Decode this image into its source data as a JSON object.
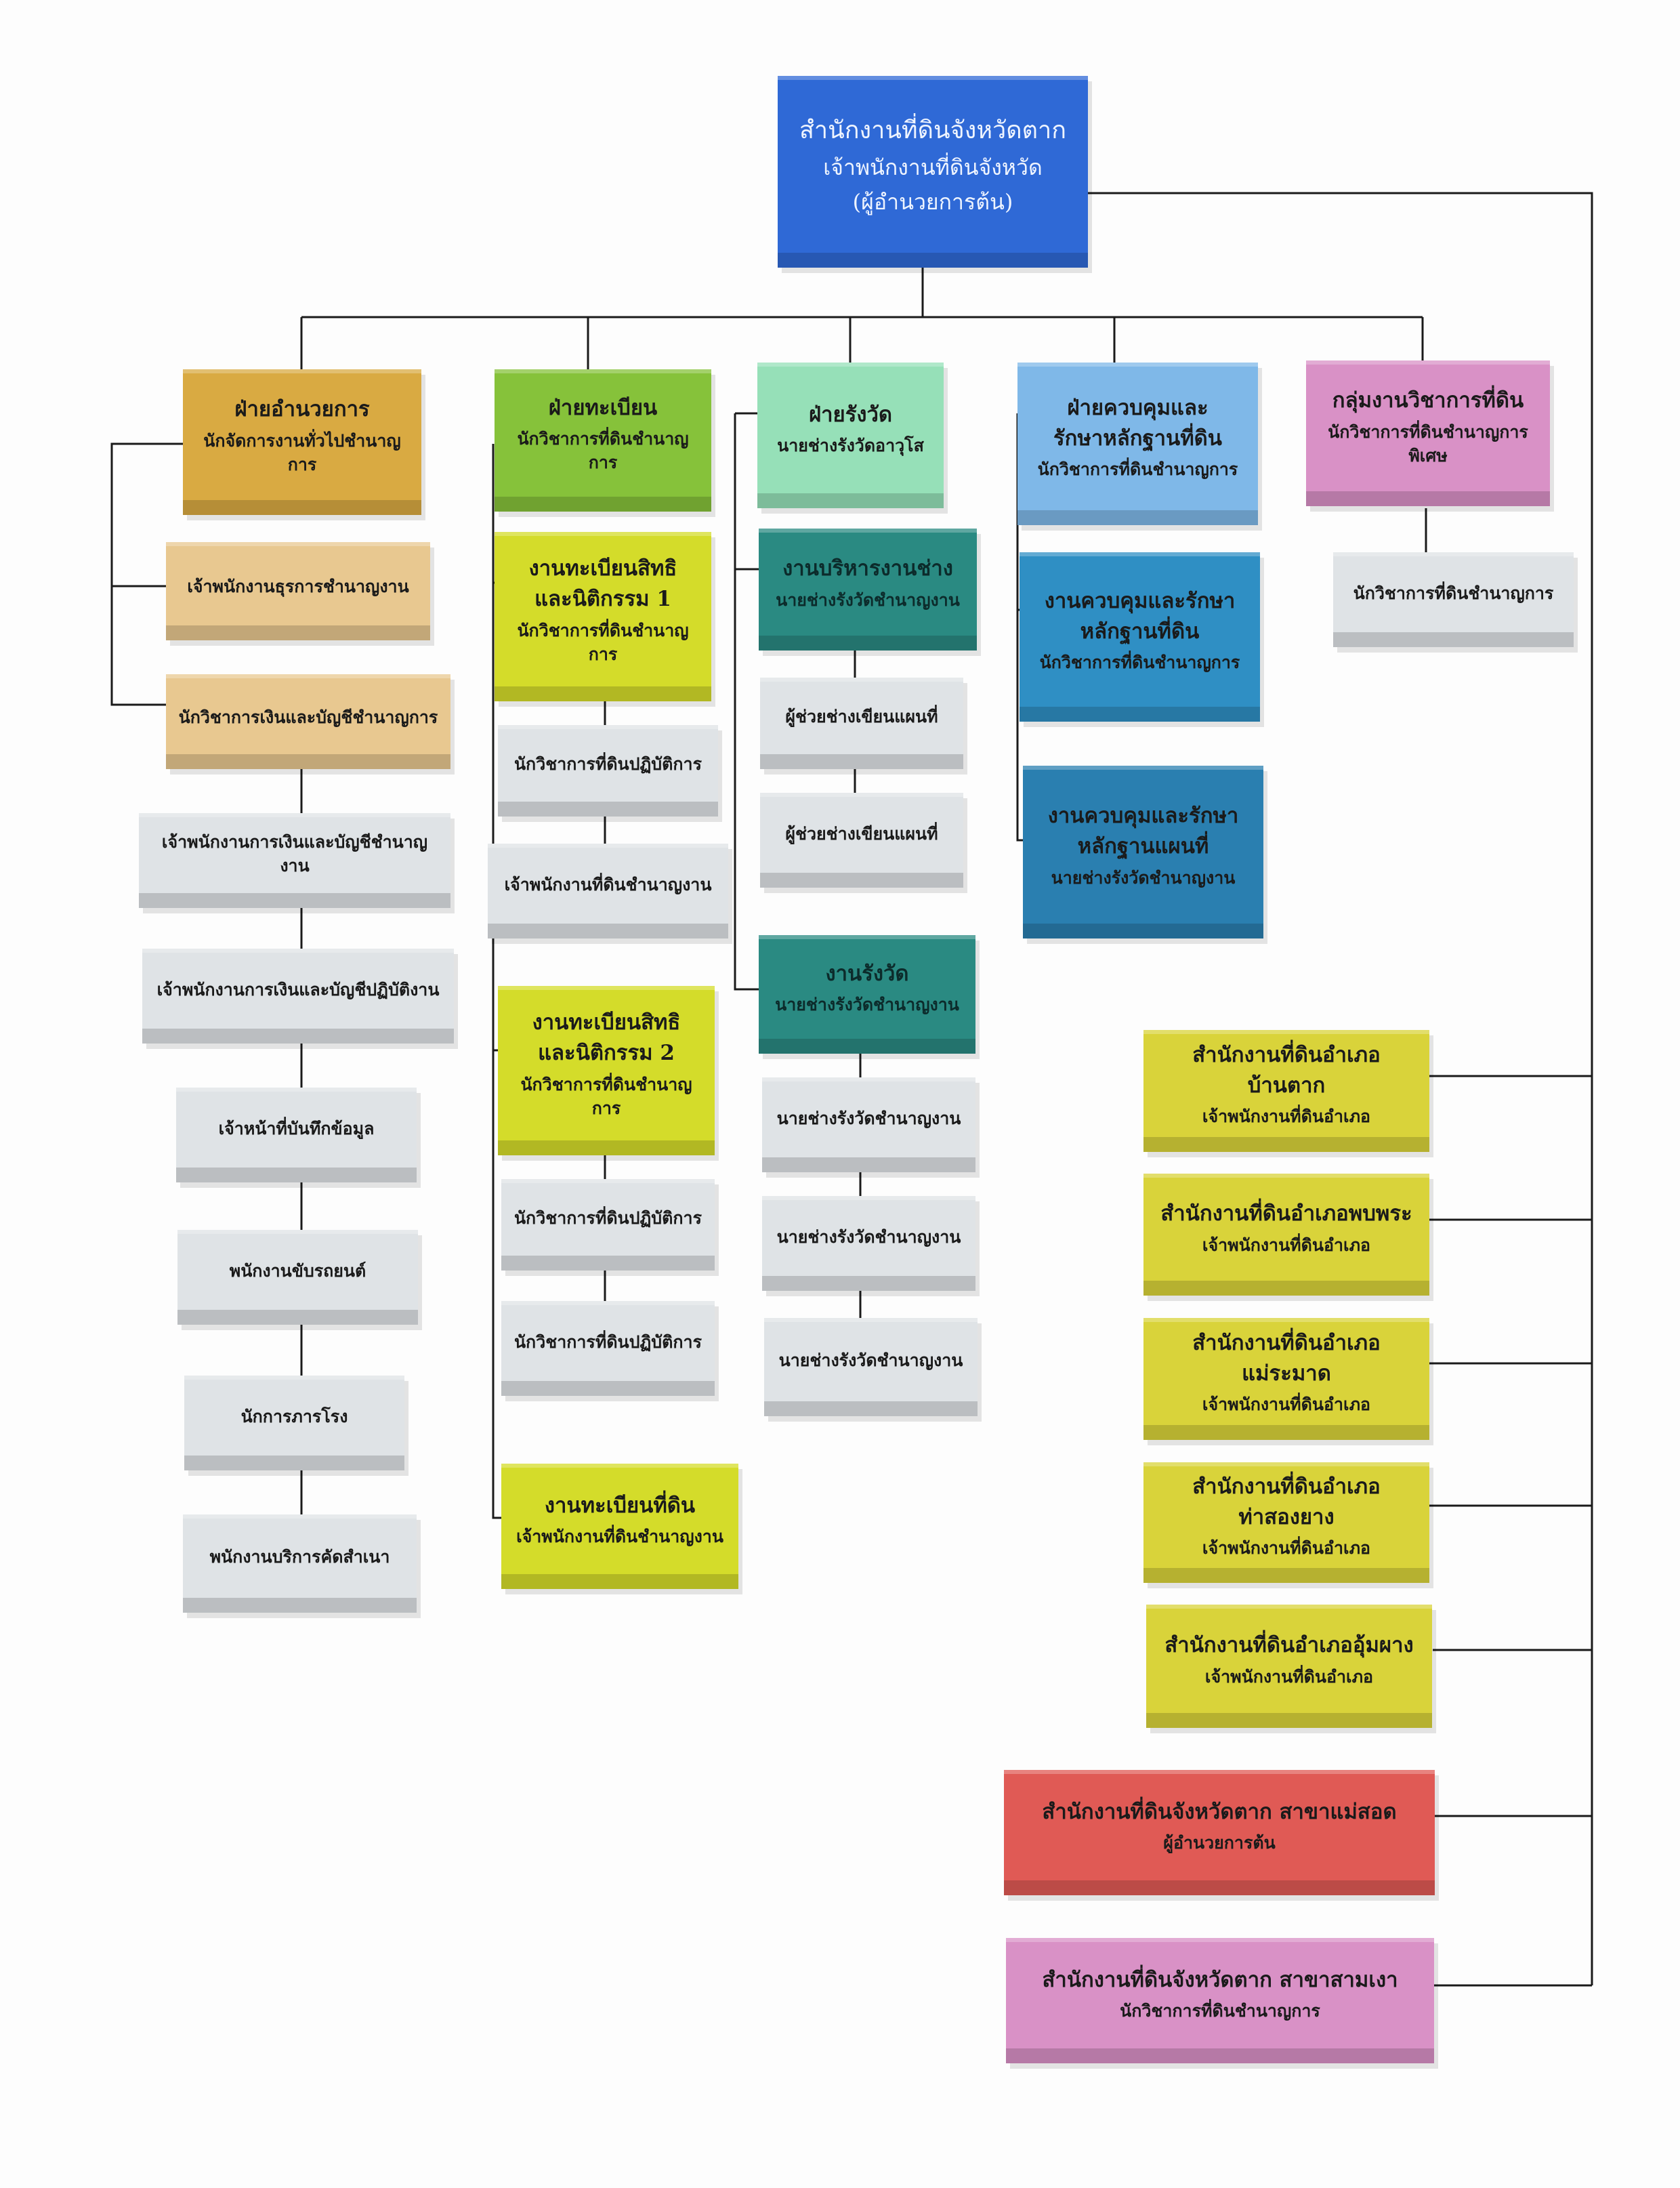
{
  "colors": {
    "director": "#2f69d6",
    "admin": "#d9aa42",
    "admin_light": "#e8c890",
    "registration": "#86c23a",
    "registration_sub": "#d4dc2a",
    "survey": "#96e0b8",
    "survey_sub": "#2a8a82",
    "control": "#7fb8e8",
    "control_sub": "#2f8fc4",
    "control_sub2": "#2a7fb0",
    "technical": "#d991c6",
    "district": "#d9d33a",
    "branch_maesot": "#e05a55",
    "branch_samngao": "#d991c6",
    "staff": "#dfe3e6",
    "line": "#1a1a1a"
  },
  "director": {
    "title": "สำนักงานที่ดินจังหวัดตาก",
    "subtitle": "เจ้าพนักงานที่ดินจังหวัด",
    "note": "(ผู้อำนวยการต้น)"
  },
  "admin": {
    "head": {
      "title": "ฝ่ายอำนวยการ",
      "subtitle": "นักจัดการงานทั่วไปชำนาญการ"
    },
    "sub1": "เจ้าพนักงานธุรการชำนาญงาน",
    "sub2": "นักวิชาการเงินและบัญชีชำนาญการ",
    "staff": [
      "เจ้าพนักงานการเงินและบัญชีชำนาญงาน",
      "เจ้าพนักงานการเงินและบัญชีปฏิบัติงาน",
      "เจ้าหน้าที่บันทึกข้อมูล",
      "พนักงานขับรถยนต์",
      "นักการภารโรง",
      "พนักงานบริการคัดสำเนา"
    ]
  },
  "registration": {
    "head": {
      "title": "ฝ่ายทะเบียน",
      "subtitle": "นักวิชาการที่ดินชำนาญการ"
    },
    "group1": {
      "title": "งานทะเบียนสิทธิ",
      "title2": "และนิติกรรม 1",
      "subtitle": "นักวิชาการที่ดินชำนาญการ"
    },
    "group1_staff": [
      "นักวิชาการที่ดินปฏิบัติการ",
      "เจ้าพนักงานที่ดินชำนาญงาน"
    ],
    "group2": {
      "title": "งานทะเบียนสิทธิ",
      "title2": "และนิติกรรม 2",
      "subtitle": "นักวิชาการที่ดินชำนาญการ"
    },
    "group2_staff": [
      "นักวิชาการที่ดินปฏิบัติการ",
      "นักวิชาการที่ดินปฏิบัติการ"
    ],
    "land": {
      "title": "งานทะเบียนที่ดิน",
      "subtitle": "เจ้าพนักงานที่ดินชำนาญงาน"
    }
  },
  "survey": {
    "head": {
      "title": "ฝ่ายรังวัด",
      "subtitle": "นายช่างรังวัดอาวุโส"
    },
    "mgmt": {
      "title": "งานบริหารงานช่าง",
      "subtitle": "นายช่างรังวัดชำนาญงาน"
    },
    "mgmt_staff": [
      "ผู้ช่วยช่างเขียนแผนที่",
      "ผู้ช่วยช่างเขียนแผนที่"
    ],
    "work": {
      "title": "งานรังวัด",
      "subtitle": "นายช่างรังวัดชำนาญงาน"
    },
    "work_staff": [
      "นายช่างรังวัดชำนาญงาน",
      "นายช่างรังวัดชำนาญงาน",
      "นายช่างรังวัดชำนาญงาน"
    ]
  },
  "control": {
    "head": {
      "title": "ฝ่ายควบคุมและ",
      "title2": "รักษาหลักฐานที่ดิน",
      "subtitle": "นักวิชาการที่ดินชำนาญการ"
    },
    "sub1": {
      "title": "งานควบคุมและรักษา",
      "title2": "หลักฐานที่ดิน",
      "subtitle": "นักวิชาการที่ดินชำนาญการ"
    },
    "sub2": {
      "title": "งานควบคุมและรักษา",
      "title2": "หลักฐานแผนที่",
      "subtitle": "นายช่างรังวัดชำนาญงาน"
    }
  },
  "technical": {
    "head": {
      "title": "กลุ่มงานวิชาการที่ดิน",
      "subtitle": "นักวิชาการที่ดินชำนาญการพิเศษ"
    },
    "staff": "นักวิชาการที่ดินชำนาญการ"
  },
  "districts": [
    {
      "title": "สำนักงานที่ดินอำเภอบ้านตาก",
      "subtitle": "เจ้าพนักงานที่ดินอำเภอ"
    },
    {
      "title": "สำนักงานที่ดินอำเภอพบพระ",
      "subtitle": "เจ้าพนักงานที่ดินอำเภอ"
    },
    {
      "title": "สำนักงานที่ดินอำเภอแม่ระมาด",
      "subtitle": "เจ้าพนักงานที่ดินอำเภอ"
    },
    {
      "title": "สำนักงานที่ดินอำเภอท่าสองยาง",
      "subtitle": "เจ้าพนักงานที่ดินอำเภอ"
    },
    {
      "title": "สำนักงานที่ดินอำเภออุ้มผาง",
      "subtitle": "เจ้าพนักงานที่ดินอำเภอ"
    }
  ],
  "branches": [
    {
      "title": "สำนักงานที่ดินจังหวัดตาก สาขาแม่สอด",
      "subtitle": "ผู้อำนวยการต้น"
    },
    {
      "title": "สำนักงานที่ดินจังหวัดตาก สาขาสามเงา",
      "subtitle": "นักวิชาการที่ดินชำนาญการ"
    }
  ]
}
